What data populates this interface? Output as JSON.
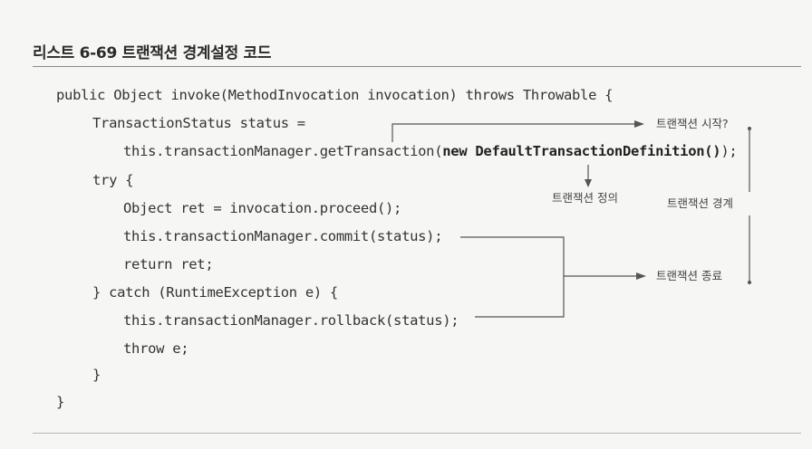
{
  "listing": {
    "title": "리스트 6-69 트랜잭션 경계설정 코드"
  },
  "code": {
    "l1": "public Object invoke(MethodInvocation invocation) throws Throwable {",
    "l2": "TransactionStatus status =",
    "l3_a": "this.transactionManager.getTransaction(",
    "l3_b": "new DefaultTransactionDefinition()",
    "l3_c": ");",
    "l4": "try {",
    "l5": "Object ret = invocation.proceed();",
    "l6": "this.transactionManager.commit(status);",
    "l7": "return ret;",
    "l8": "} catch (RuntimeException e) {",
    "l9": "this.transactionManager.rollback(status);",
    "l10": "throw e;",
    "l11": "}",
    "l12": "}"
  },
  "callouts": {
    "tx_start": "트랜잭션 시작?",
    "tx_define": "트랜잭션 정의",
    "tx_boundary": "트랜잭션 경계",
    "tx_end": "트랜잭션 종료"
  }
}
